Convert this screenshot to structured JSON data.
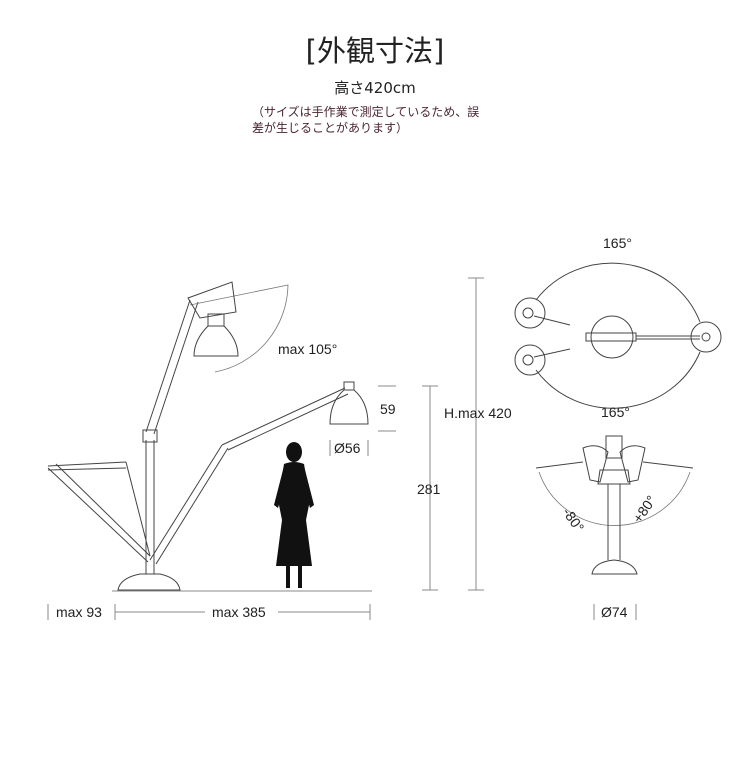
{
  "header": {
    "title": "[外観寸法]",
    "height": "高さ420cm",
    "note_line1": "（サイズは手作業で測定しているため、誤",
    "note_line2": "差が生じることがあります）"
  },
  "side_view": {
    "head_angle": "max 105°",
    "shade_height": "59",
    "shade_diameter": "Ø56",
    "max_height": "H.max 420",
    "pivot_height": "281",
    "reach_back": "max 93",
    "reach_front": "max 385"
  },
  "top_view": {
    "rotation_top": "165°",
    "rotation_bottom": "165°"
  },
  "front_view": {
    "tilt_left": "-80°",
    "tilt_right": "+80°",
    "base_diameter": "Ø74"
  },
  "colors": {
    "text": "#222222",
    "note": "#4a2530",
    "line": "#444444"
  }
}
